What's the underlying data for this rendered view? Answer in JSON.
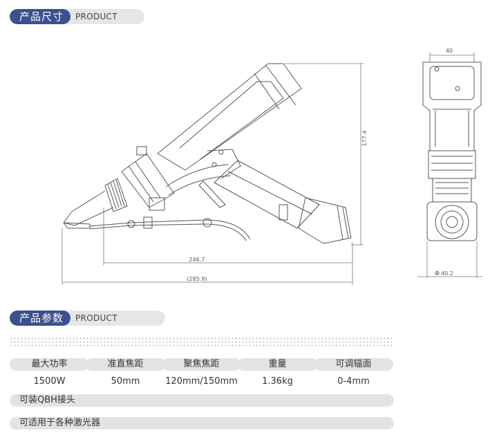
{
  "section_size": {
    "title_cn": "产品尺寸",
    "title_en": "PRODUCT SIZE"
  },
  "drawing": {
    "dim_height": "177.4",
    "dim_length_inner": "246.7",
    "dim_length_total": "(285.9)",
    "dim_width_top": "40",
    "dim_diameter": "40.2",
    "diameter_symbol": "Φ"
  },
  "section_features": {
    "title_cn": "产品参数",
    "title_en": "PRODUCT FEATURES"
  },
  "specs": [
    {
      "label": "最大功率",
      "value": "1500W"
    },
    {
      "label": "准直焦距",
      "value": "50mm"
    },
    {
      "label": "聚焦焦距",
      "value": "120mm/150mm"
    },
    {
      "label": "重量",
      "value": "1.36kg"
    },
    {
      "label": "可调辐面",
      "value": "0-4mm"
    }
  ],
  "notes": [
    "可装QBH接头",
    "可适用于各种激光器"
  ]
}
